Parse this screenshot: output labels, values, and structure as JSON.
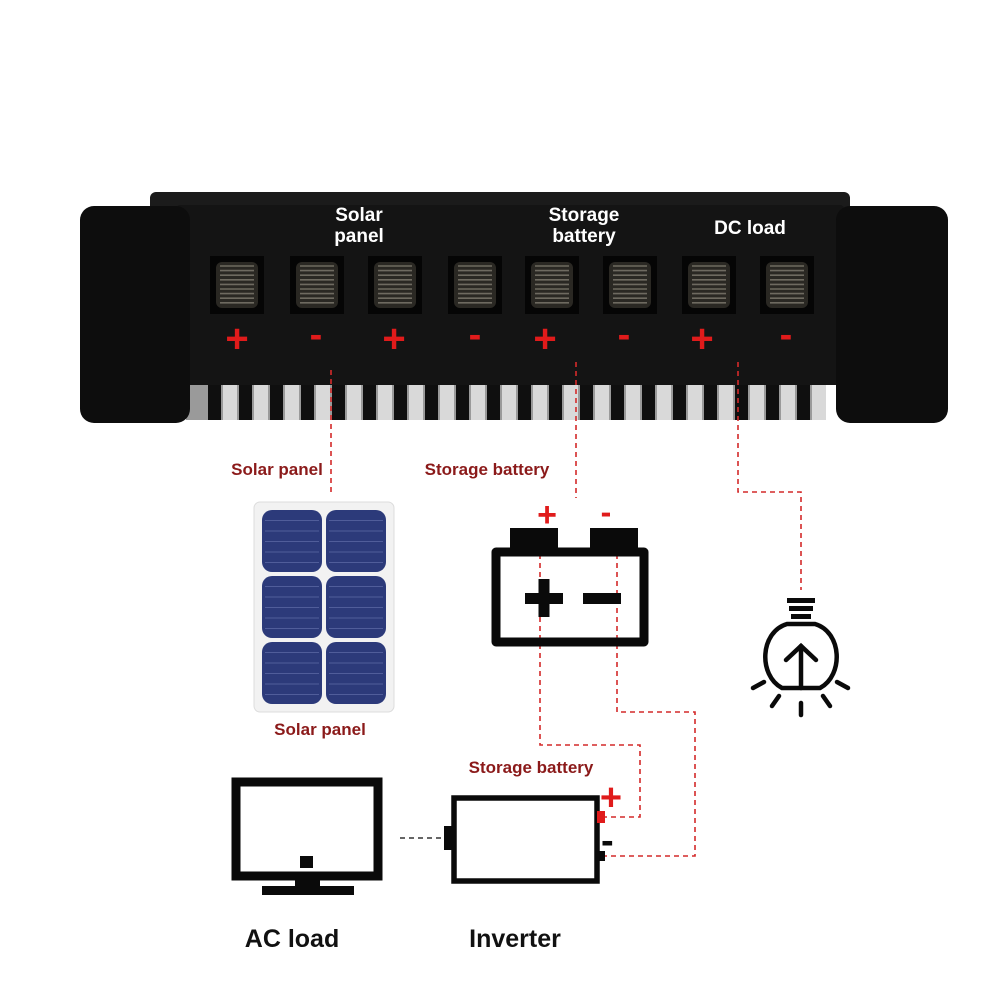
{
  "controller": {
    "labels": {
      "solar_panel": [
        "Solar",
        "panel"
      ],
      "storage_battery": [
        "Storage",
        "battery"
      ],
      "dc_load": "DC load"
    },
    "terminal_signs": [
      "+",
      "-",
      "+",
      "-",
      "+",
      "-",
      "+",
      "-"
    ]
  },
  "diagram_labels": {
    "solar_panel_top": "Solar panel",
    "storage_battery_top": "Storage battery",
    "solar_panel_bottom": "Solar panel",
    "storage_battery_bottom": "Storage battery",
    "ac_load": "AC load",
    "inverter": "Inverter"
  },
  "battery_icon": {
    "plus": "+",
    "minus": "-"
  },
  "inverter_signs": {
    "plus": "+",
    "minus": "-"
  },
  "colors": {
    "body": "#111111",
    "heatsink": "#d9d9d9",
    "accent_red": "#e01b1b",
    "label_red": "#8b1a1a",
    "wire_red": "#d42a2a",
    "panel_blue": "#2c3a7a"
  }
}
